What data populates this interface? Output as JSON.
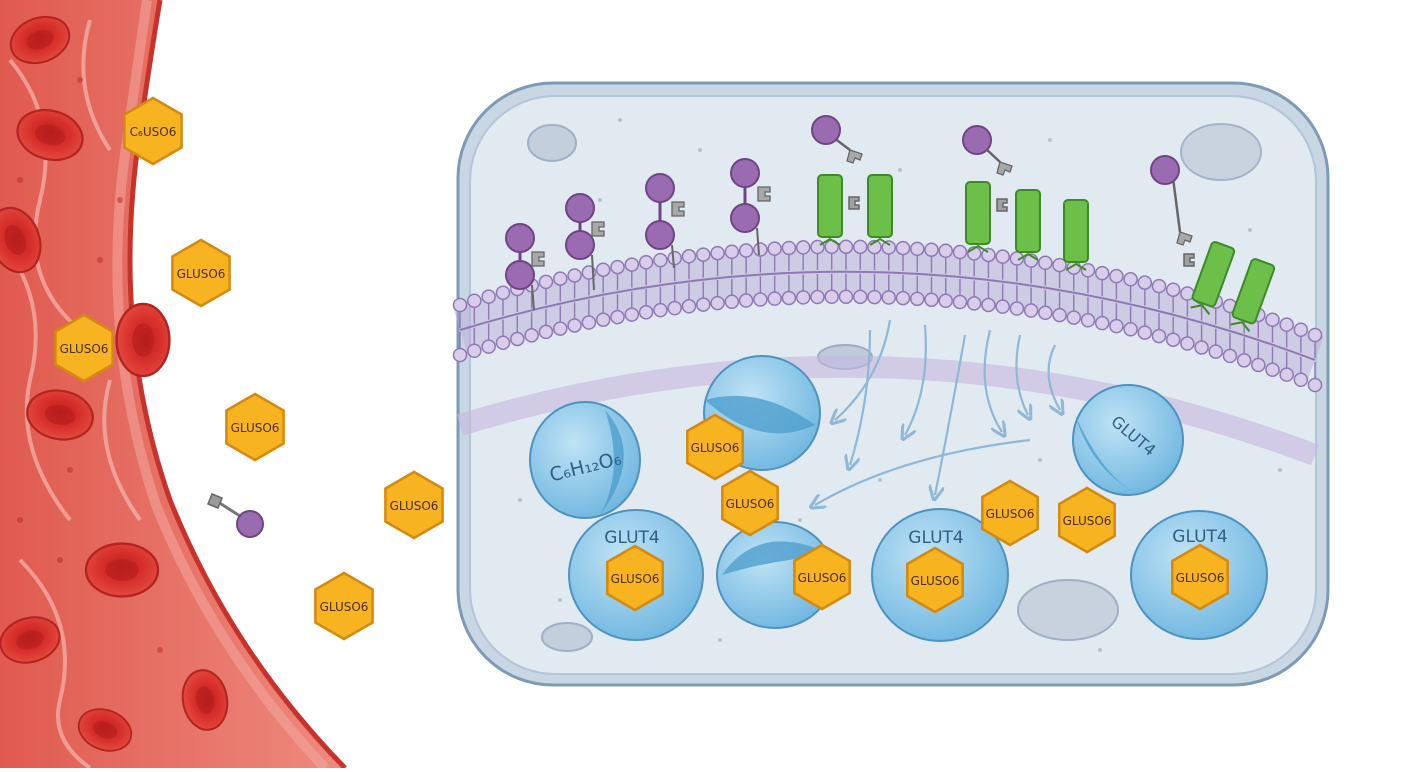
{
  "colors": {
    "blood_vessel": "#e8574e",
    "vessel_wall": "#d9352c",
    "red_blood_cell": "#d8302c",
    "glucose_fill": "#f7b320",
    "glucose_stroke": "#d48a10",
    "cell_fill": "#dde6ef",
    "cell_stroke": "#8aa4bf",
    "membrane_lipid": "#b9a6d6",
    "receptor_green": "#6cc04a",
    "insulin_purple": "#9b6bb1",
    "vesicle_blue": "#7cc0e6"
  },
  "glucose_labels": {
    "blood_top": "C₆USO6",
    "blood_1": "GLUSO6",
    "blood_2": "GLUSO6",
    "blood_3": "GLUSO6",
    "blood_4": "GLUSO6",
    "blood_5": "GLUSO6",
    "cell_1": "GLUSO6",
    "cell_2": "GLUSO6",
    "cell_3": "GLUSO6",
    "cell_4": "GLUSO6",
    "cell_5": "GLUSO6",
    "cell_6": "GLUSO6",
    "cell_7": "GLUSO6"
  },
  "vesicle_labels": {
    "formula": "C₆H₁₂O₆",
    "glut4_a": "GLUT4",
    "glut4_b": "GLUT4",
    "glut4_c": "GLUT4",
    "glut4_d": "GLUT4"
  },
  "icons": [
    "red-blood-cell-icon",
    "glucose-hexagon-icon",
    "insulin-key-icon",
    "insulin-receptor-icon",
    "glut4-vesicle-icon",
    "organelle-icon"
  ]
}
